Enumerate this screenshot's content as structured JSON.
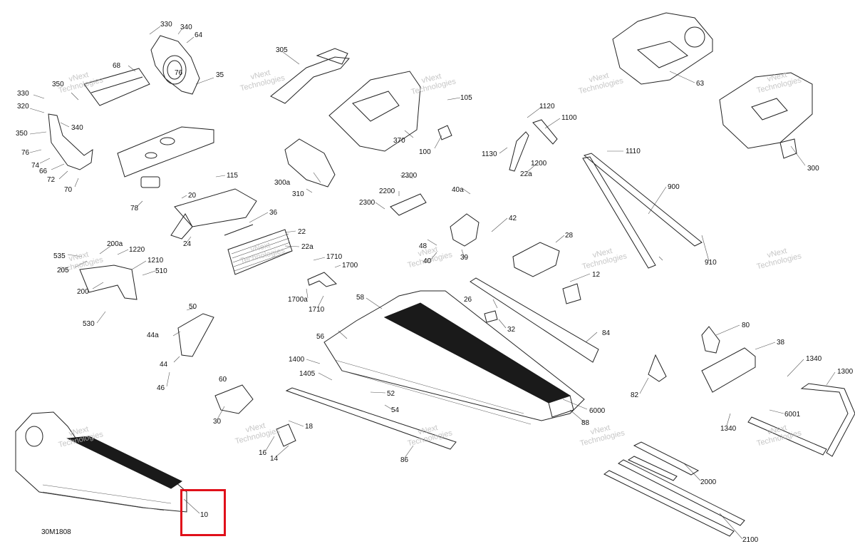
{
  "diagram_id": "30M1808",
  "highlight_label": "10",
  "watermark": {
    "line1": "vNext",
    "line2": "Technologies"
  },
  "callouts": [
    "330",
    "340",
    "64",
    "76",
    "35",
    "68",
    "350",
    "330",
    "320",
    "340",
    "350",
    "76",
    "74",
    "66",
    "72",
    "70",
    "305",
    "105",
    "370",
    "100",
    "1120",
    "1100",
    "1130",
    "22a",
    "1200",
    "1110",
    "63",
    "300",
    "115",
    "20",
    "78",
    "24",
    "36",
    "22",
    "22a",
    "300a",
    "310",
    "2300",
    "2200",
    "2300",
    "40a",
    "42",
    "48",
    "40",
    "39",
    "28",
    "900",
    "910",
    "12",
    "535",
    "205",
    "200a",
    "1220",
    "1210",
    "510",
    "200",
    "530",
    "50",
    "44a",
    "44",
    "46",
    "1710",
    "1700",
    "1700a",
    "1710",
    "58",
    "26",
    "32",
    "84",
    "56",
    "1400",
    "1405",
    "52",
    "54",
    "80",
    "38",
    "1340",
    "1300",
    "82",
    "6000",
    "88",
    "6001",
    "1340",
    "60",
    "30",
    "18",
    "16",
    "14",
    "86",
    "2000",
    "2100",
    "10"
  ]
}
